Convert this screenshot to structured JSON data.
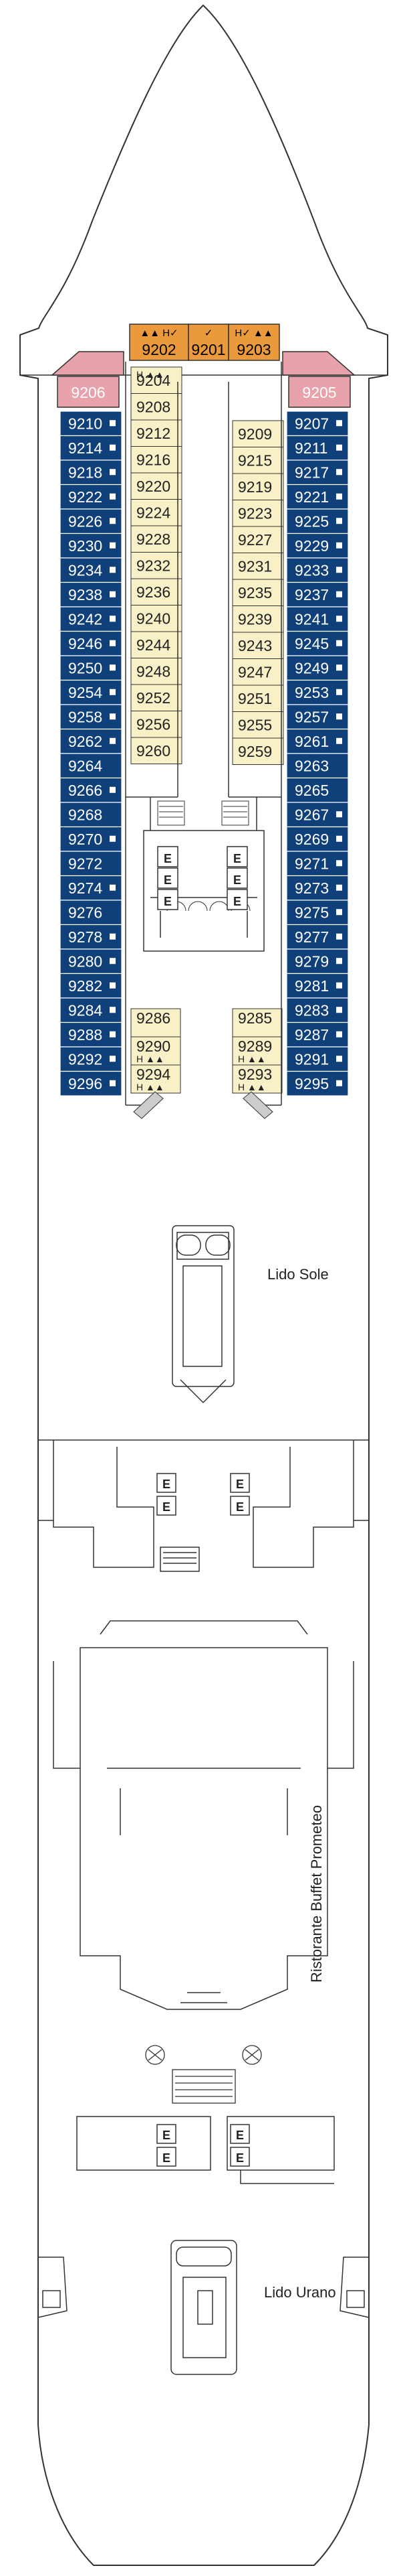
{
  "deck": {
    "colors": {
      "outside_cabin": "#10407a",
      "inside_cabin": "#f8f1c8",
      "suite": "#ea9a3c",
      "pink_suite": "#e7a2ac",
      "outline": "#333333",
      "hull": "#ffffff"
    },
    "suites": [
      {
        "id": "9202",
        "symbols": "▲▲ H✓"
      },
      {
        "id": "9201",
        "symbols": "✓"
      },
      {
        "id": "9203",
        "symbols": "H✓ ▲▲"
      }
    ],
    "pink_cabins": {
      "left": "9206",
      "right": "9205"
    },
    "port_outside": [
      "9210",
      "9214",
      "9218",
      "9222",
      "9226",
      "9230",
      "9234",
      "9238",
      "9242",
      "9246",
      "9250",
      "9254",
      "9258",
      "9262",
      "9264",
      "9266",
      "9268",
      "9270",
      "9272",
      "9274",
      "9276",
      "9278",
      "9280",
      "9282",
      "9284",
      "9288",
      "9292",
      "9296"
    ],
    "starboard_outside": [
      "9207",
      "9211",
      "9217",
      "9221",
      "9225",
      "9229",
      "9233",
      "9237",
      "9241",
      "9245",
      "9249",
      "9253",
      "9257",
      "9261",
      "9263",
      "9265",
      "9267",
      "9269",
      "9271",
      "9273",
      "9275",
      "9277",
      "9279",
      "9281",
      "9283",
      "9287",
      "9291",
      "9295"
    ],
    "port_marked": [
      "9210",
      "9214",
      "9218",
      "9222",
      "9226",
      "9230",
      "9234",
      "9238",
      "9242",
      "9246",
      "9250",
      "9254",
      "9258",
      "9262",
      "9266",
      "9270",
      "9274",
      "9278",
      "9280",
      "9282",
      "9284",
      "9288",
      "9292",
      "9296"
    ],
    "starboard_marked": [
      "9207",
      "9211",
      "9217",
      "9221",
      "9225",
      "9229",
      "9233",
      "9237",
      "9241",
      "9245",
      "9249",
      "9253",
      "9257",
      "9261",
      "9267",
      "9269",
      "9271",
      "9273",
      "9275",
      "9277",
      "9279",
      "9281",
      "9283",
      "9287",
      "9291",
      "9295"
    ],
    "port_inside": [
      "9204",
      "9208",
      "9212",
      "9216",
      "9220",
      "9224",
      "9228",
      "9232",
      "9236",
      "9240",
      "9244",
      "9248",
      "9252",
      "9256",
      "9260"
    ],
    "starboard_inside": [
      "9209",
      "9215",
      "9219",
      "9223",
      "9227",
      "9231",
      "9235",
      "9239",
      "9243",
      "9247",
      "9251",
      "9255",
      "9259"
    ],
    "aft_port_inside": [
      "9286",
      "9290",
      "9294"
    ],
    "aft_starboard_inside": [
      "9285",
      "9289",
      "9293"
    ],
    "symbol_h": "H",
    "symbol_up": "▲▲",
    "symbol_elevator": "E",
    "venues": {
      "lido_sole": "Lido Sole",
      "ristorante": "Ristorante Buffet Prometeo",
      "lido_urano": "Lido Urano"
    }
  }
}
